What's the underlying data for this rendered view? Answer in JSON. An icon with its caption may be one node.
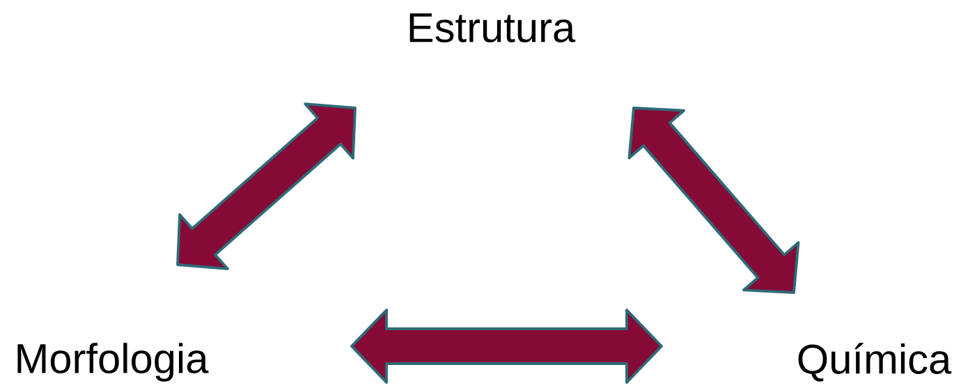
{
  "diagram": {
    "nodes": [
      {
        "text": [
          "Estrutura"
        ]
      },
      {
        "text": [
          "Morfologia"
        ]
      },
      {
        "text": [
          "Química"
        ]
      }
    ],
    "edges": [
      {
        "from": 1,
        "to": 0,
        "arrow": "both"
      },
      {
        "from": 0,
        "to": 2,
        "arrow": "both"
      },
      {
        "from": 1,
        "to": 2,
        "arrow": "both"
      }
    ]
  }
}
